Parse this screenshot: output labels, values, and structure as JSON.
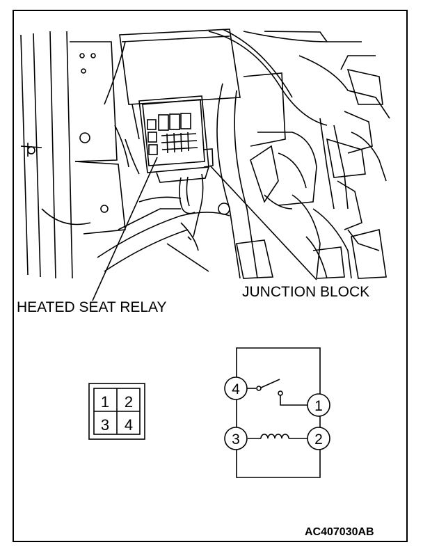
{
  "labels": {
    "heated_seat_relay": "HEATED SEAT RELAY",
    "junction_block": "JUNCTION BLOCK",
    "figure_code": "AC407030AB"
  },
  "connector_face": {
    "pins": [
      "1",
      "2",
      "3",
      "4"
    ]
  },
  "relay_schematic": {
    "terminals": [
      "4",
      "1",
      "3",
      "2"
    ]
  },
  "colors": {
    "ink": "#000000",
    "paper": "#ffffff"
  }
}
